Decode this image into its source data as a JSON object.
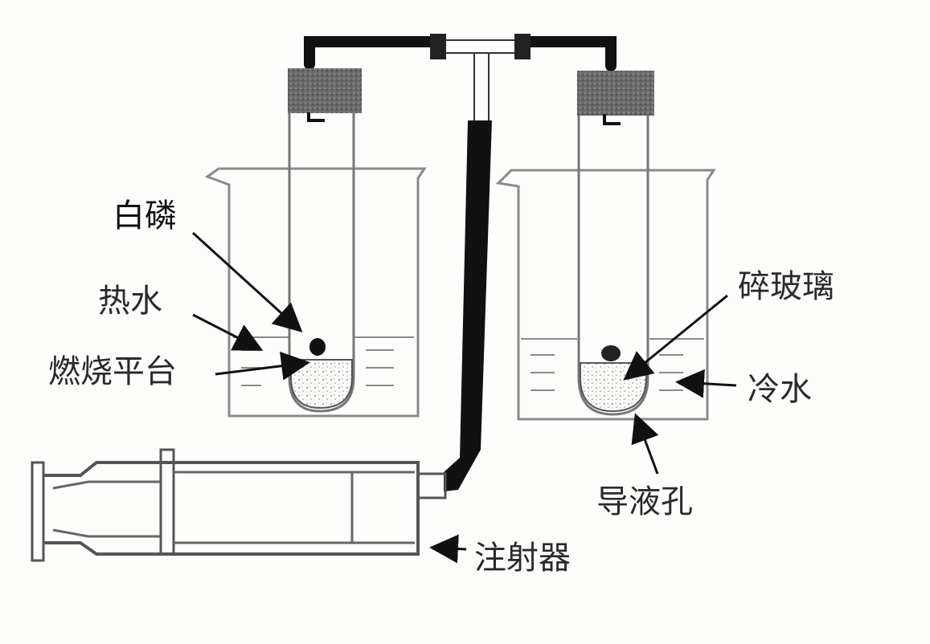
{
  "labels": {
    "white_phosphorus": "白磷",
    "hot_water": "热水",
    "combustion_platform": "燃烧平台",
    "crushed_glass": "碎玻璃",
    "cold_water": "冷水",
    "drain_hole": "导液孔",
    "syringe": "注射器"
  },
  "colors": {
    "ink": "#1a1a1a",
    "glass_outline": "#8a8a8a",
    "stopper": "#5a5a5a",
    "tube_dark": "#111111",
    "gravel": "#9a9a9a"
  },
  "icons": {
    "stopper": "rubber-stopper",
    "arrow": "pointer-arrow"
  }
}
